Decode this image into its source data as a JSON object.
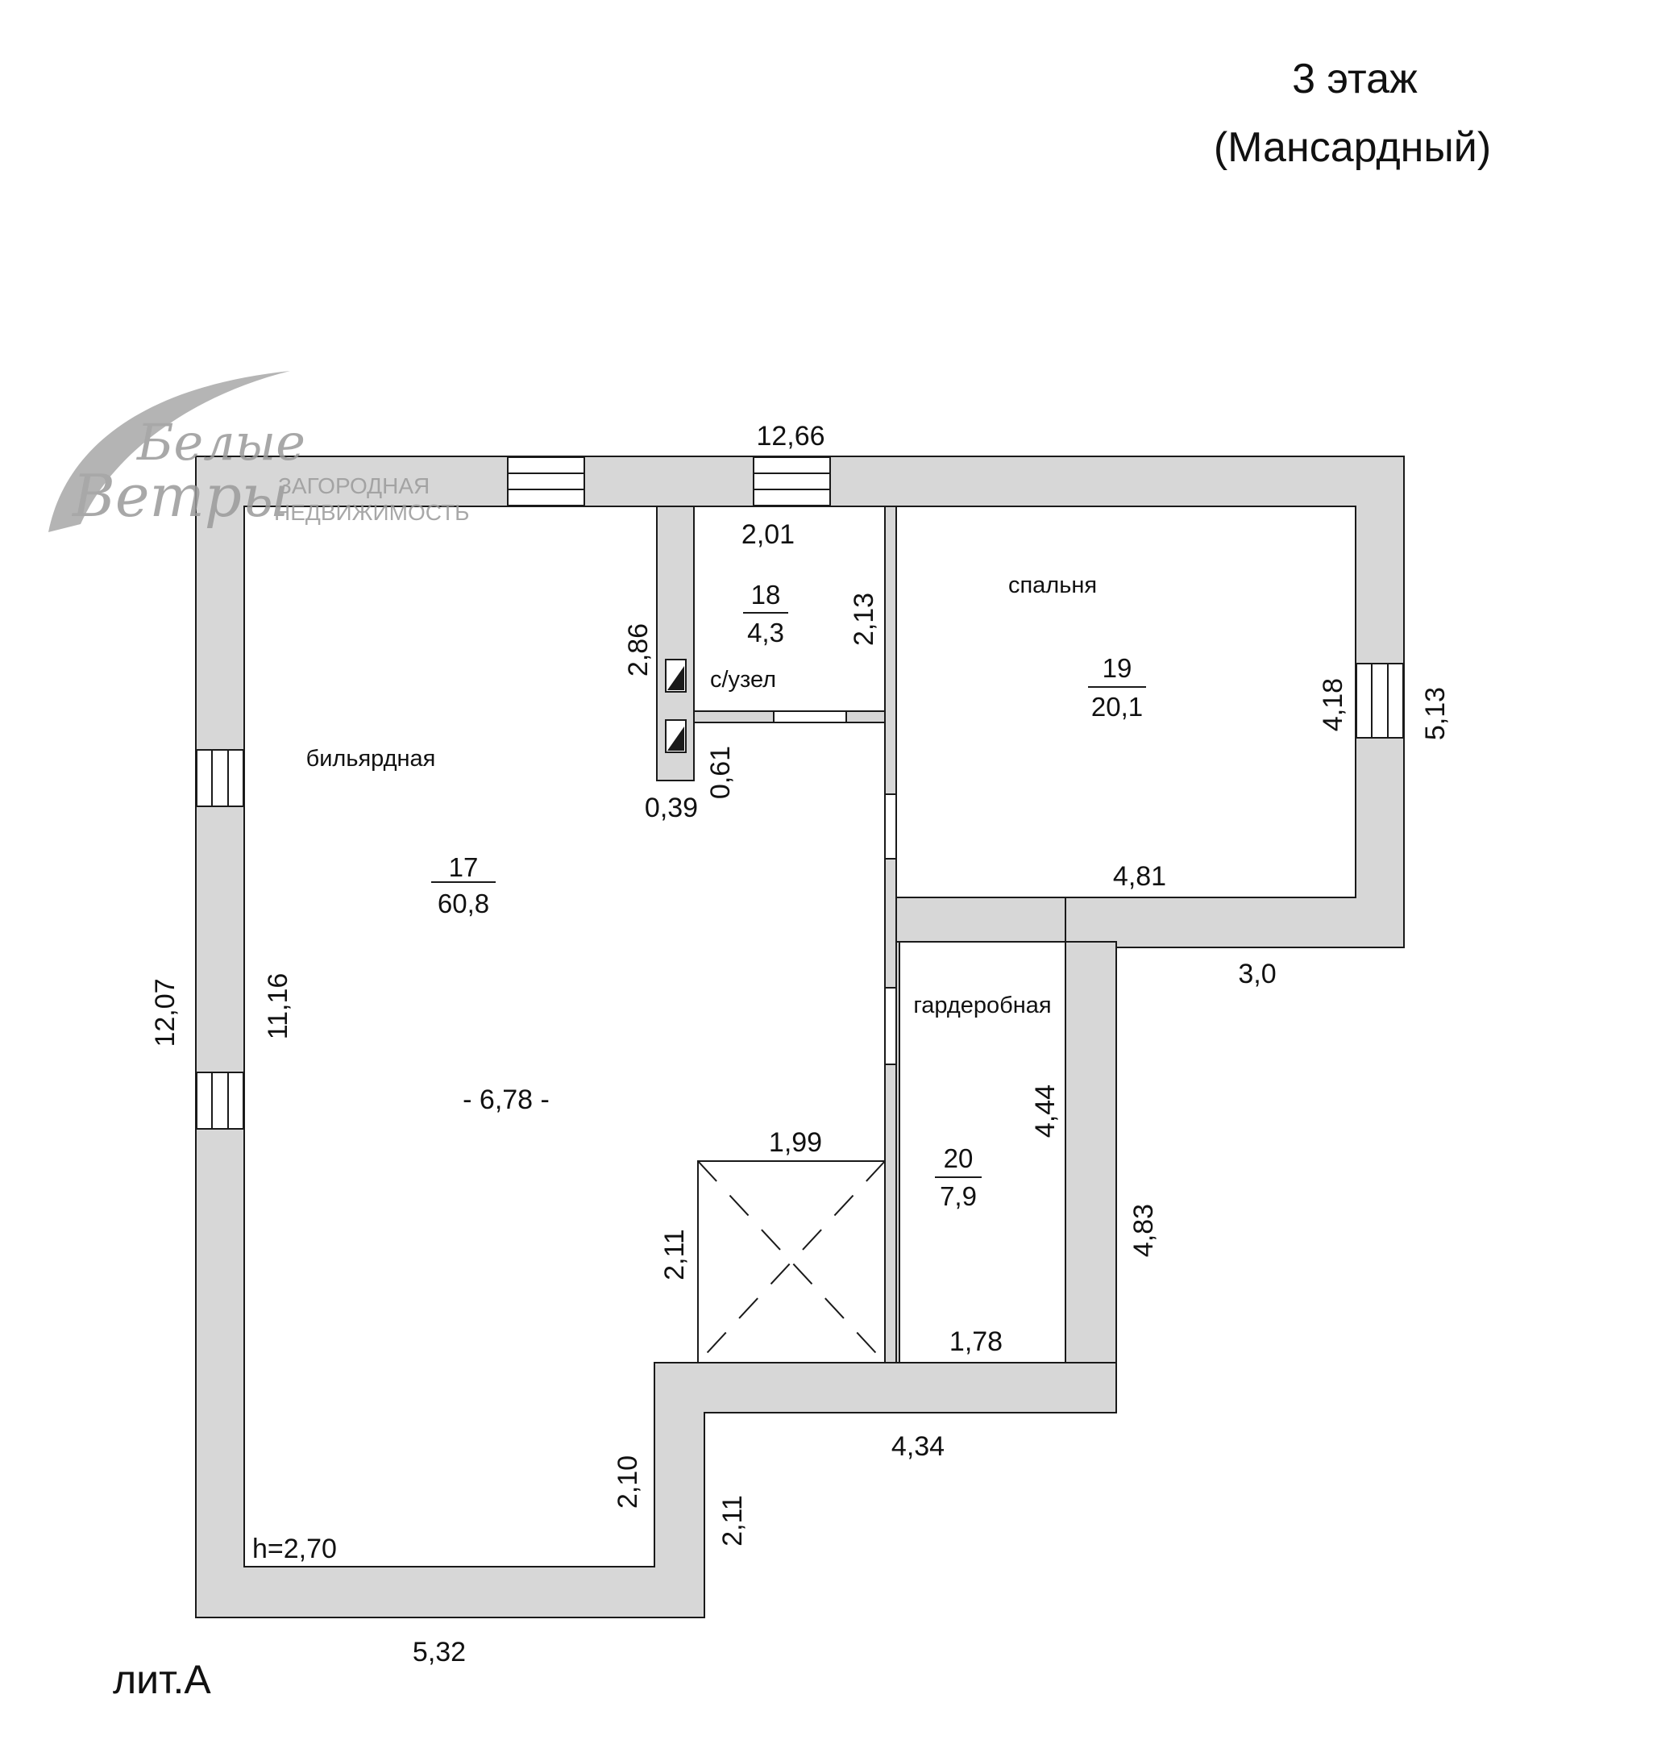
{
  "title": {
    "line1": "3 этаж",
    "line2": "(Мансардный)"
  },
  "liter": "лит.А",
  "height_note": "h=2,70",
  "logo": {
    "script_line1": "Белые",
    "script_line2": "Ветры",
    "sub_line1": "ЗАГОРОДНАЯ",
    "sub_line2": "НЕДВИЖИМОСТЬ"
  },
  "rooms": {
    "billiard": {
      "name": "бильярдная",
      "number": "17",
      "area": "60,8"
    },
    "wc": {
      "name": "с/узел",
      "number": "18",
      "area": "4,3"
    },
    "bedroom": {
      "name": "спальня",
      "number": "19",
      "area": "20,1"
    },
    "wardrobe": {
      "name": "гардеробная",
      "number": "20",
      "area": "7,9"
    }
  },
  "dimensions": {
    "top_overall": "12,66",
    "wc_width": "2,01",
    "wc_height": "2,13",
    "wall_286": "2,86",
    "wall_061": "0,61",
    "wall_039": "0,39",
    "bedroom_height": "4,18",
    "right_outer": "5,13",
    "bedroom_width": "4,81",
    "step_300": "3,0",
    "left_outer": "12,07",
    "left_inner": "11,16",
    "billiard_width": "- 6,78 -",
    "stair_width": "1,99",
    "stair_height": "2,11",
    "wardrobe_height": "4,44",
    "right_lower": "4,83",
    "wardrobe_width": "1,78",
    "bottom_mid": "4,34",
    "notch_inner": "2,10",
    "notch_outer": "2,11",
    "bottom_left": "5,32"
  }
}
